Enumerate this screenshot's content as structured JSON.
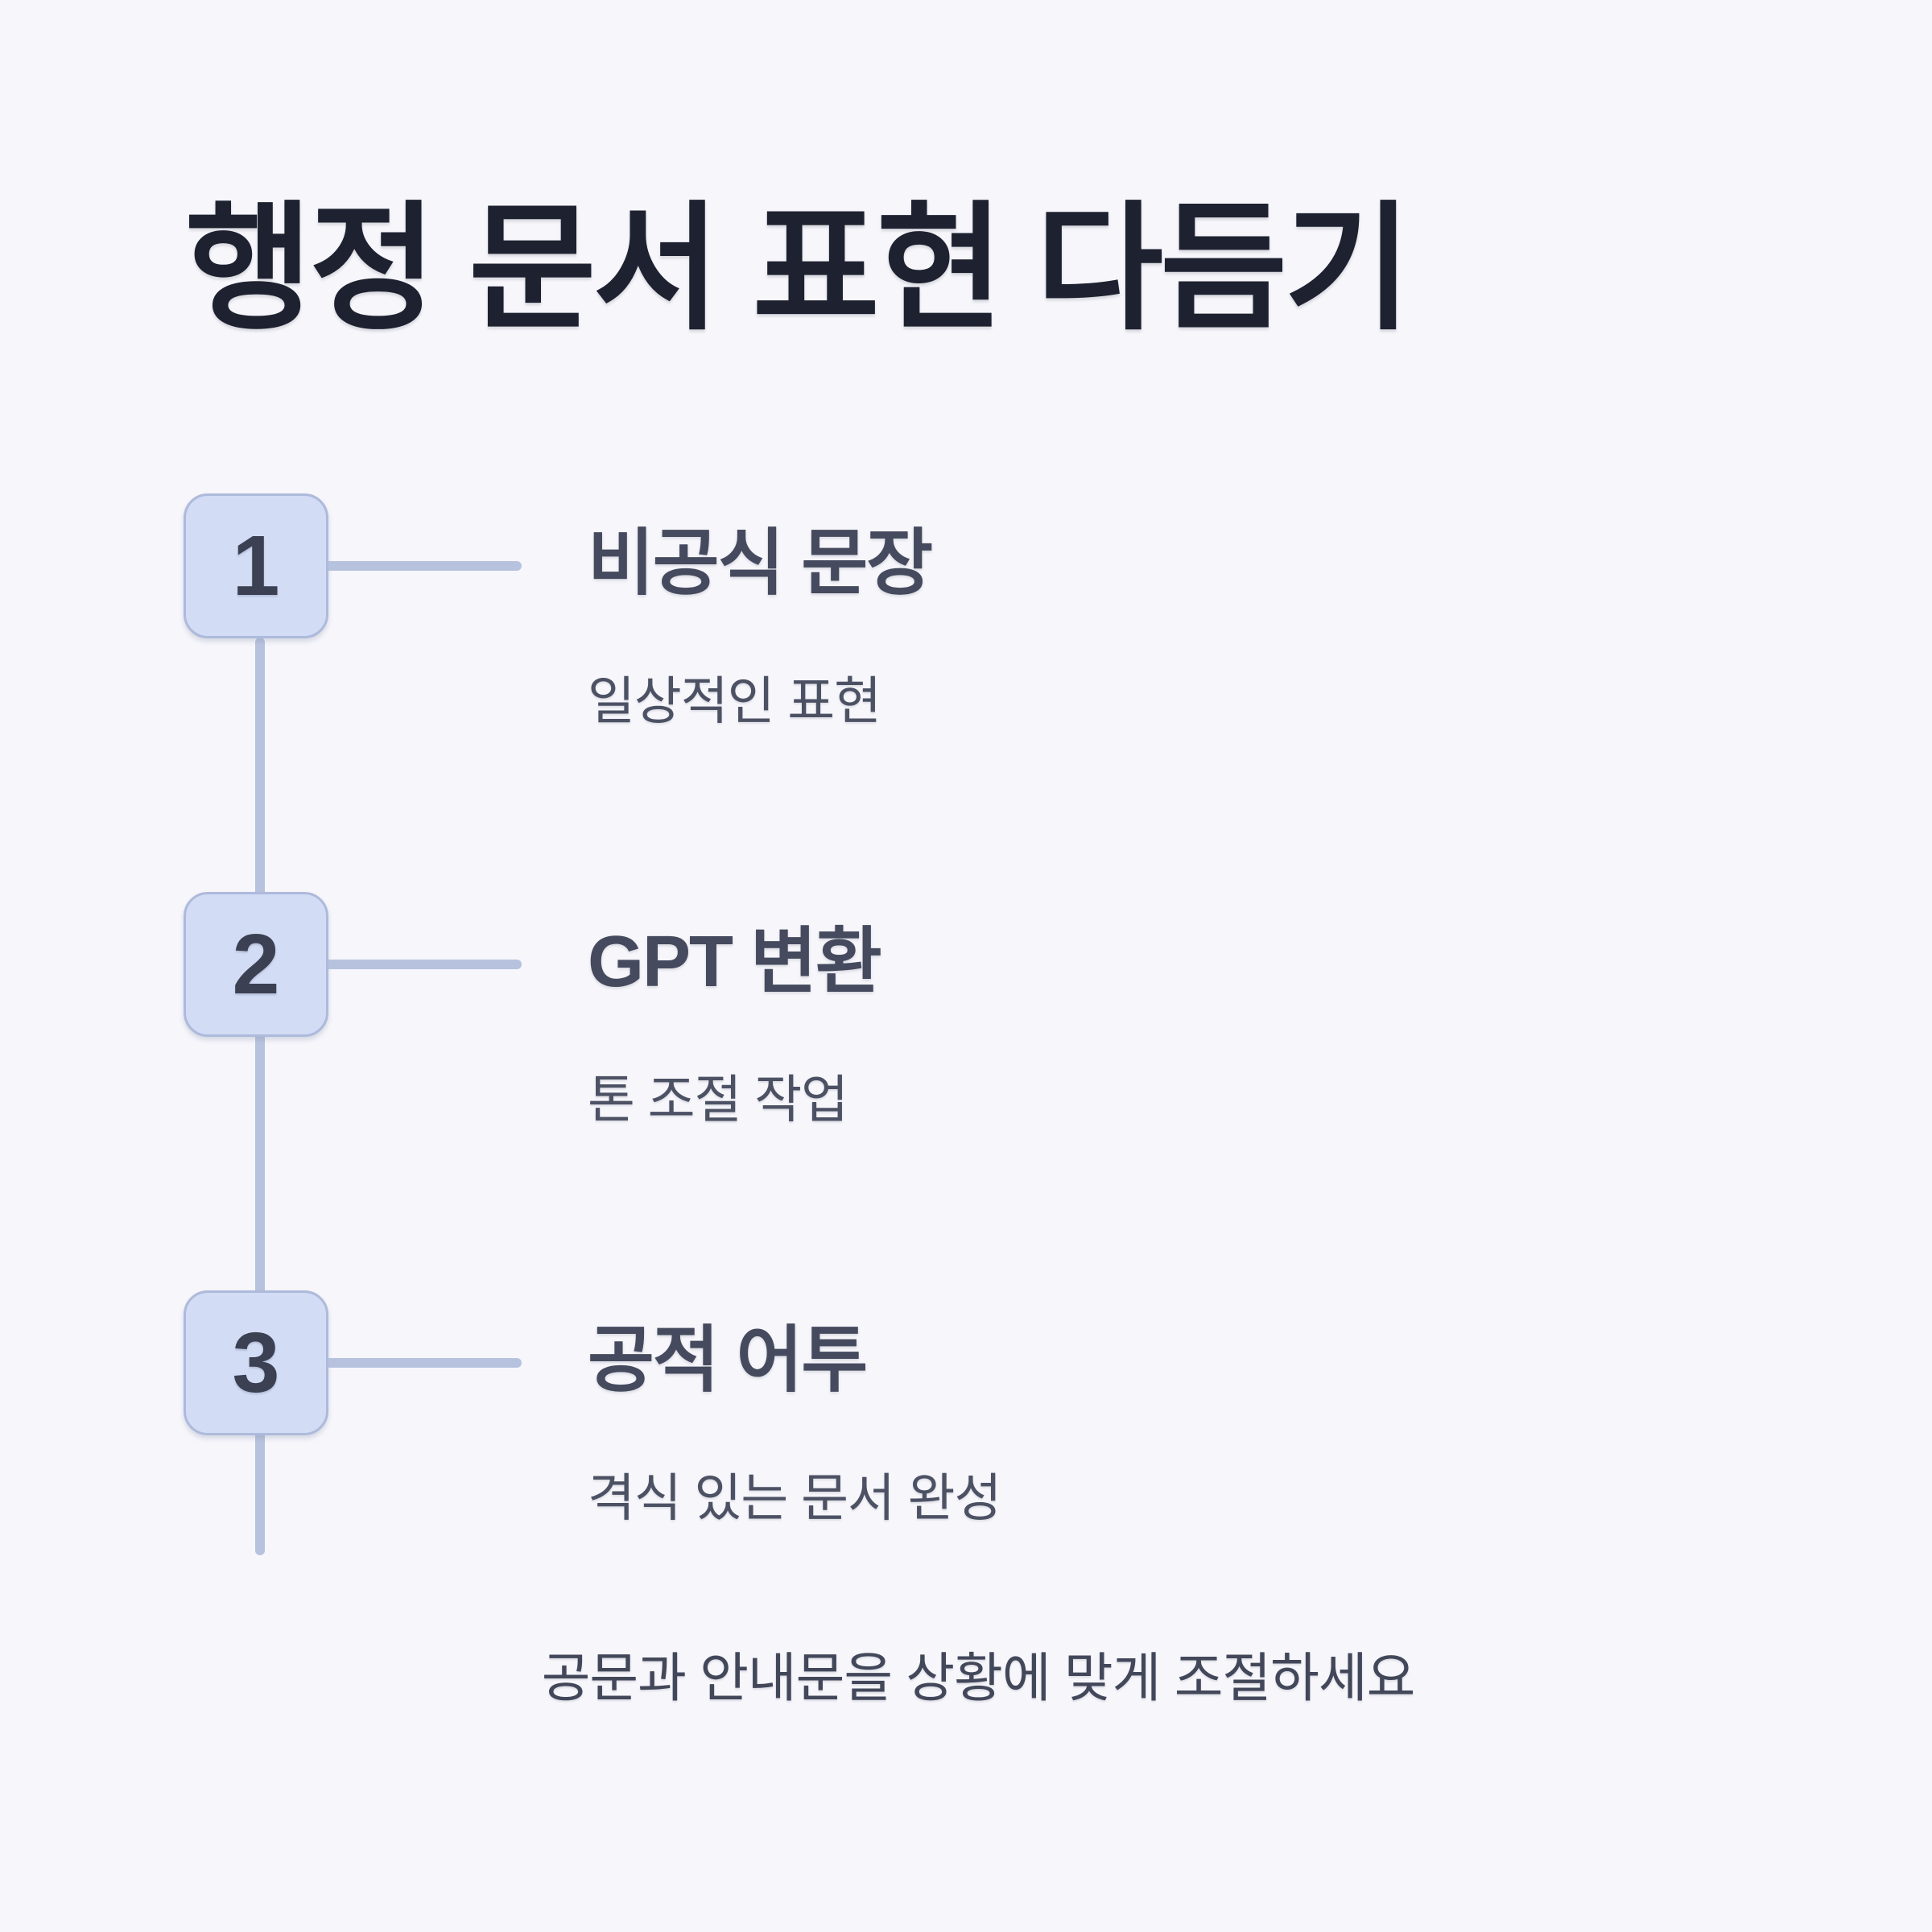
{
  "title": "행정 문서 표현 다듬기",
  "steps": [
    {
      "number": "1",
      "title": "비공식 문장",
      "subtitle": "일상적인 표현"
    },
    {
      "number": "2",
      "title": "GPT 변환",
      "subtitle": "톤 조절 작업"
    },
    {
      "number": "3",
      "title": "공적 어투",
      "subtitle": "격식 있는 문서 완성"
    }
  ],
  "footer": "공문과 안내문을 상황에 맞게 조절하세요",
  "colors": {
    "background": "#f6f6fb",
    "badge_fill": "#d2dcf5",
    "badge_border": "#aebadb",
    "badge_number": "#3b4053",
    "connector": "#b7c3de",
    "title_text": "#1e2230",
    "heading_text": "#454a5e",
    "subtitle_text": "#4c5164",
    "footer_text": "#42475a"
  }
}
